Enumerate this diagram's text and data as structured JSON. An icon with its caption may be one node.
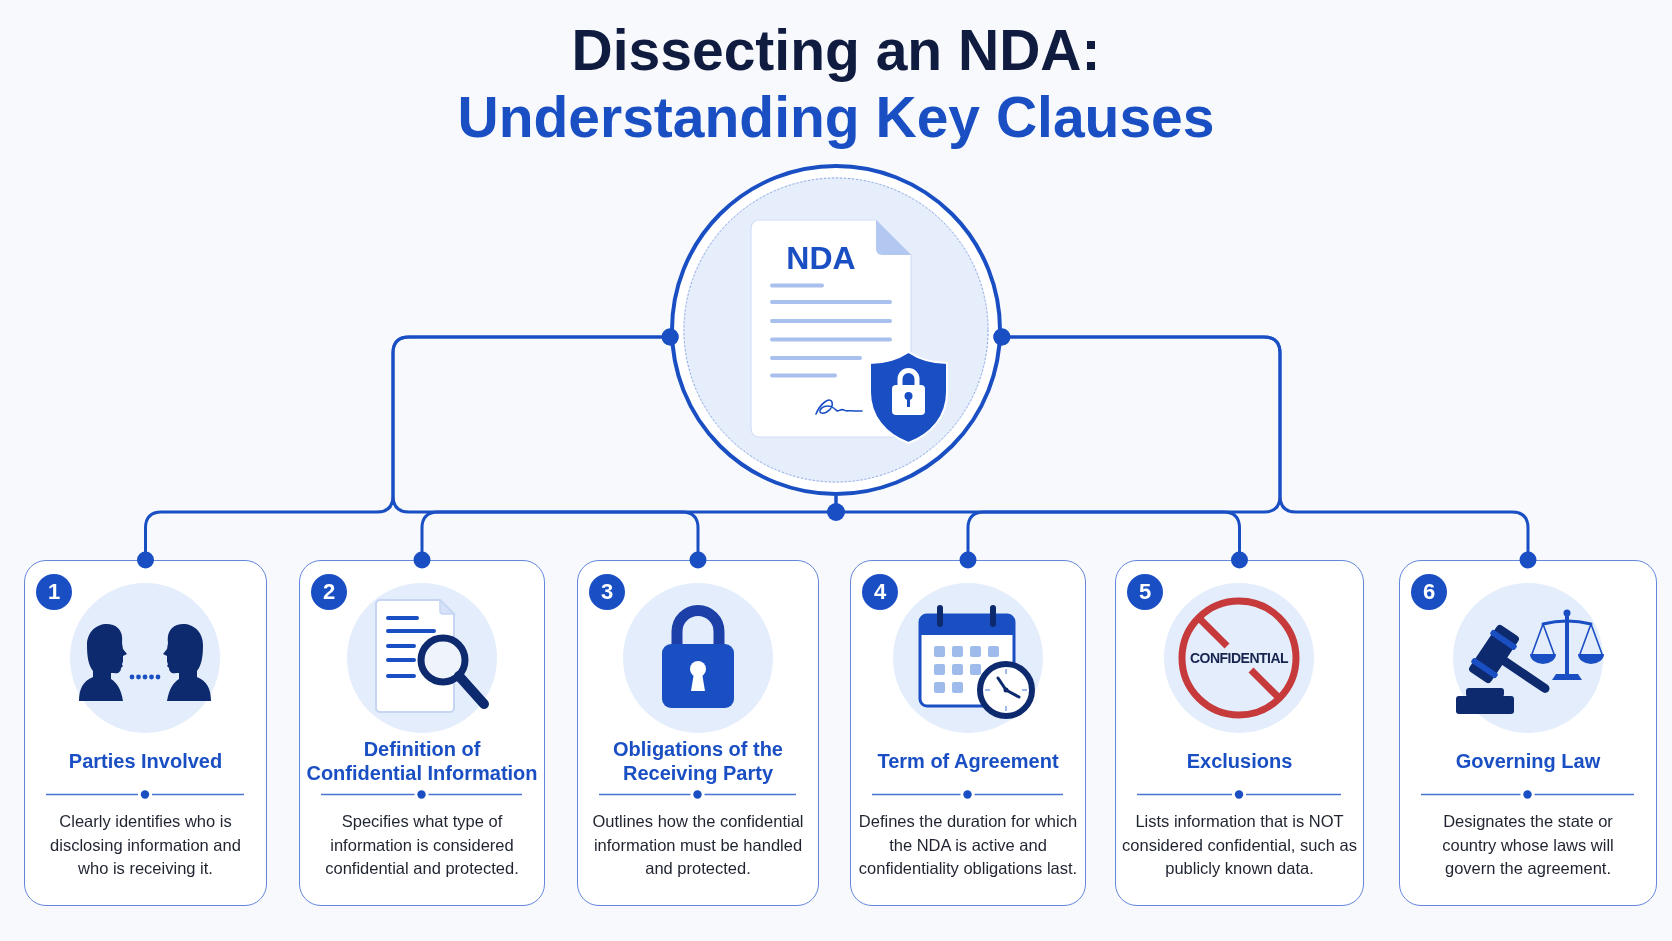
{
  "diagram": {
    "title": "Dissecting an NDA:",
    "nodes": [
      {
        "text": [
          "NDA"
        ]
      },
      {
        "text": [
          "1",
          "Parties Involved",
          "Clearly identifies who is disclosing information and who is receiving it."
        ]
      },
      {
        "text": [
          "2",
          "Definition of Confidential Information",
          "Specifies what type of information is considered confidential and protected."
        ]
      },
      {
        "text": [
          "3",
          "Obligations of the Receiving Party",
          "Outlines how the confidential information must be handled and protected."
        ]
      },
      {
        "text": [
          "4",
          "Term of Agreement",
          "Defines the duration for which the NDA is active and confidentiality obligations last."
        ]
      },
      {
        "text": [
          "5",
          "CONFIDENTIAL",
          "Exclusions",
          "Lists information that is NOT considered confidential, such as publicly known data."
        ]
      },
      {
        "text": [
          "6",
          "Governing Law",
          "Designates the state or country whose laws will govern the agreement."
        ]
      }
    ],
    "edges": [
      {
        "from": 0,
        "to": 1,
        "arrow": "other"
      },
      {
        "from": 0,
        "to": 2,
        "arrow": "other"
      },
      {
        "from": 0,
        "to": 3,
        "arrow": "other"
      },
      {
        "from": 0,
        "to": 4,
        "arrow": "other"
      },
      {
        "from": 0,
        "to": 5,
        "arrow": "other"
      },
      {
        "from": 0,
        "to": 6,
        "arrow": "other"
      }
    ],
    "labels": [
      "Understanding Key Clauses"
    ]
  }
}
